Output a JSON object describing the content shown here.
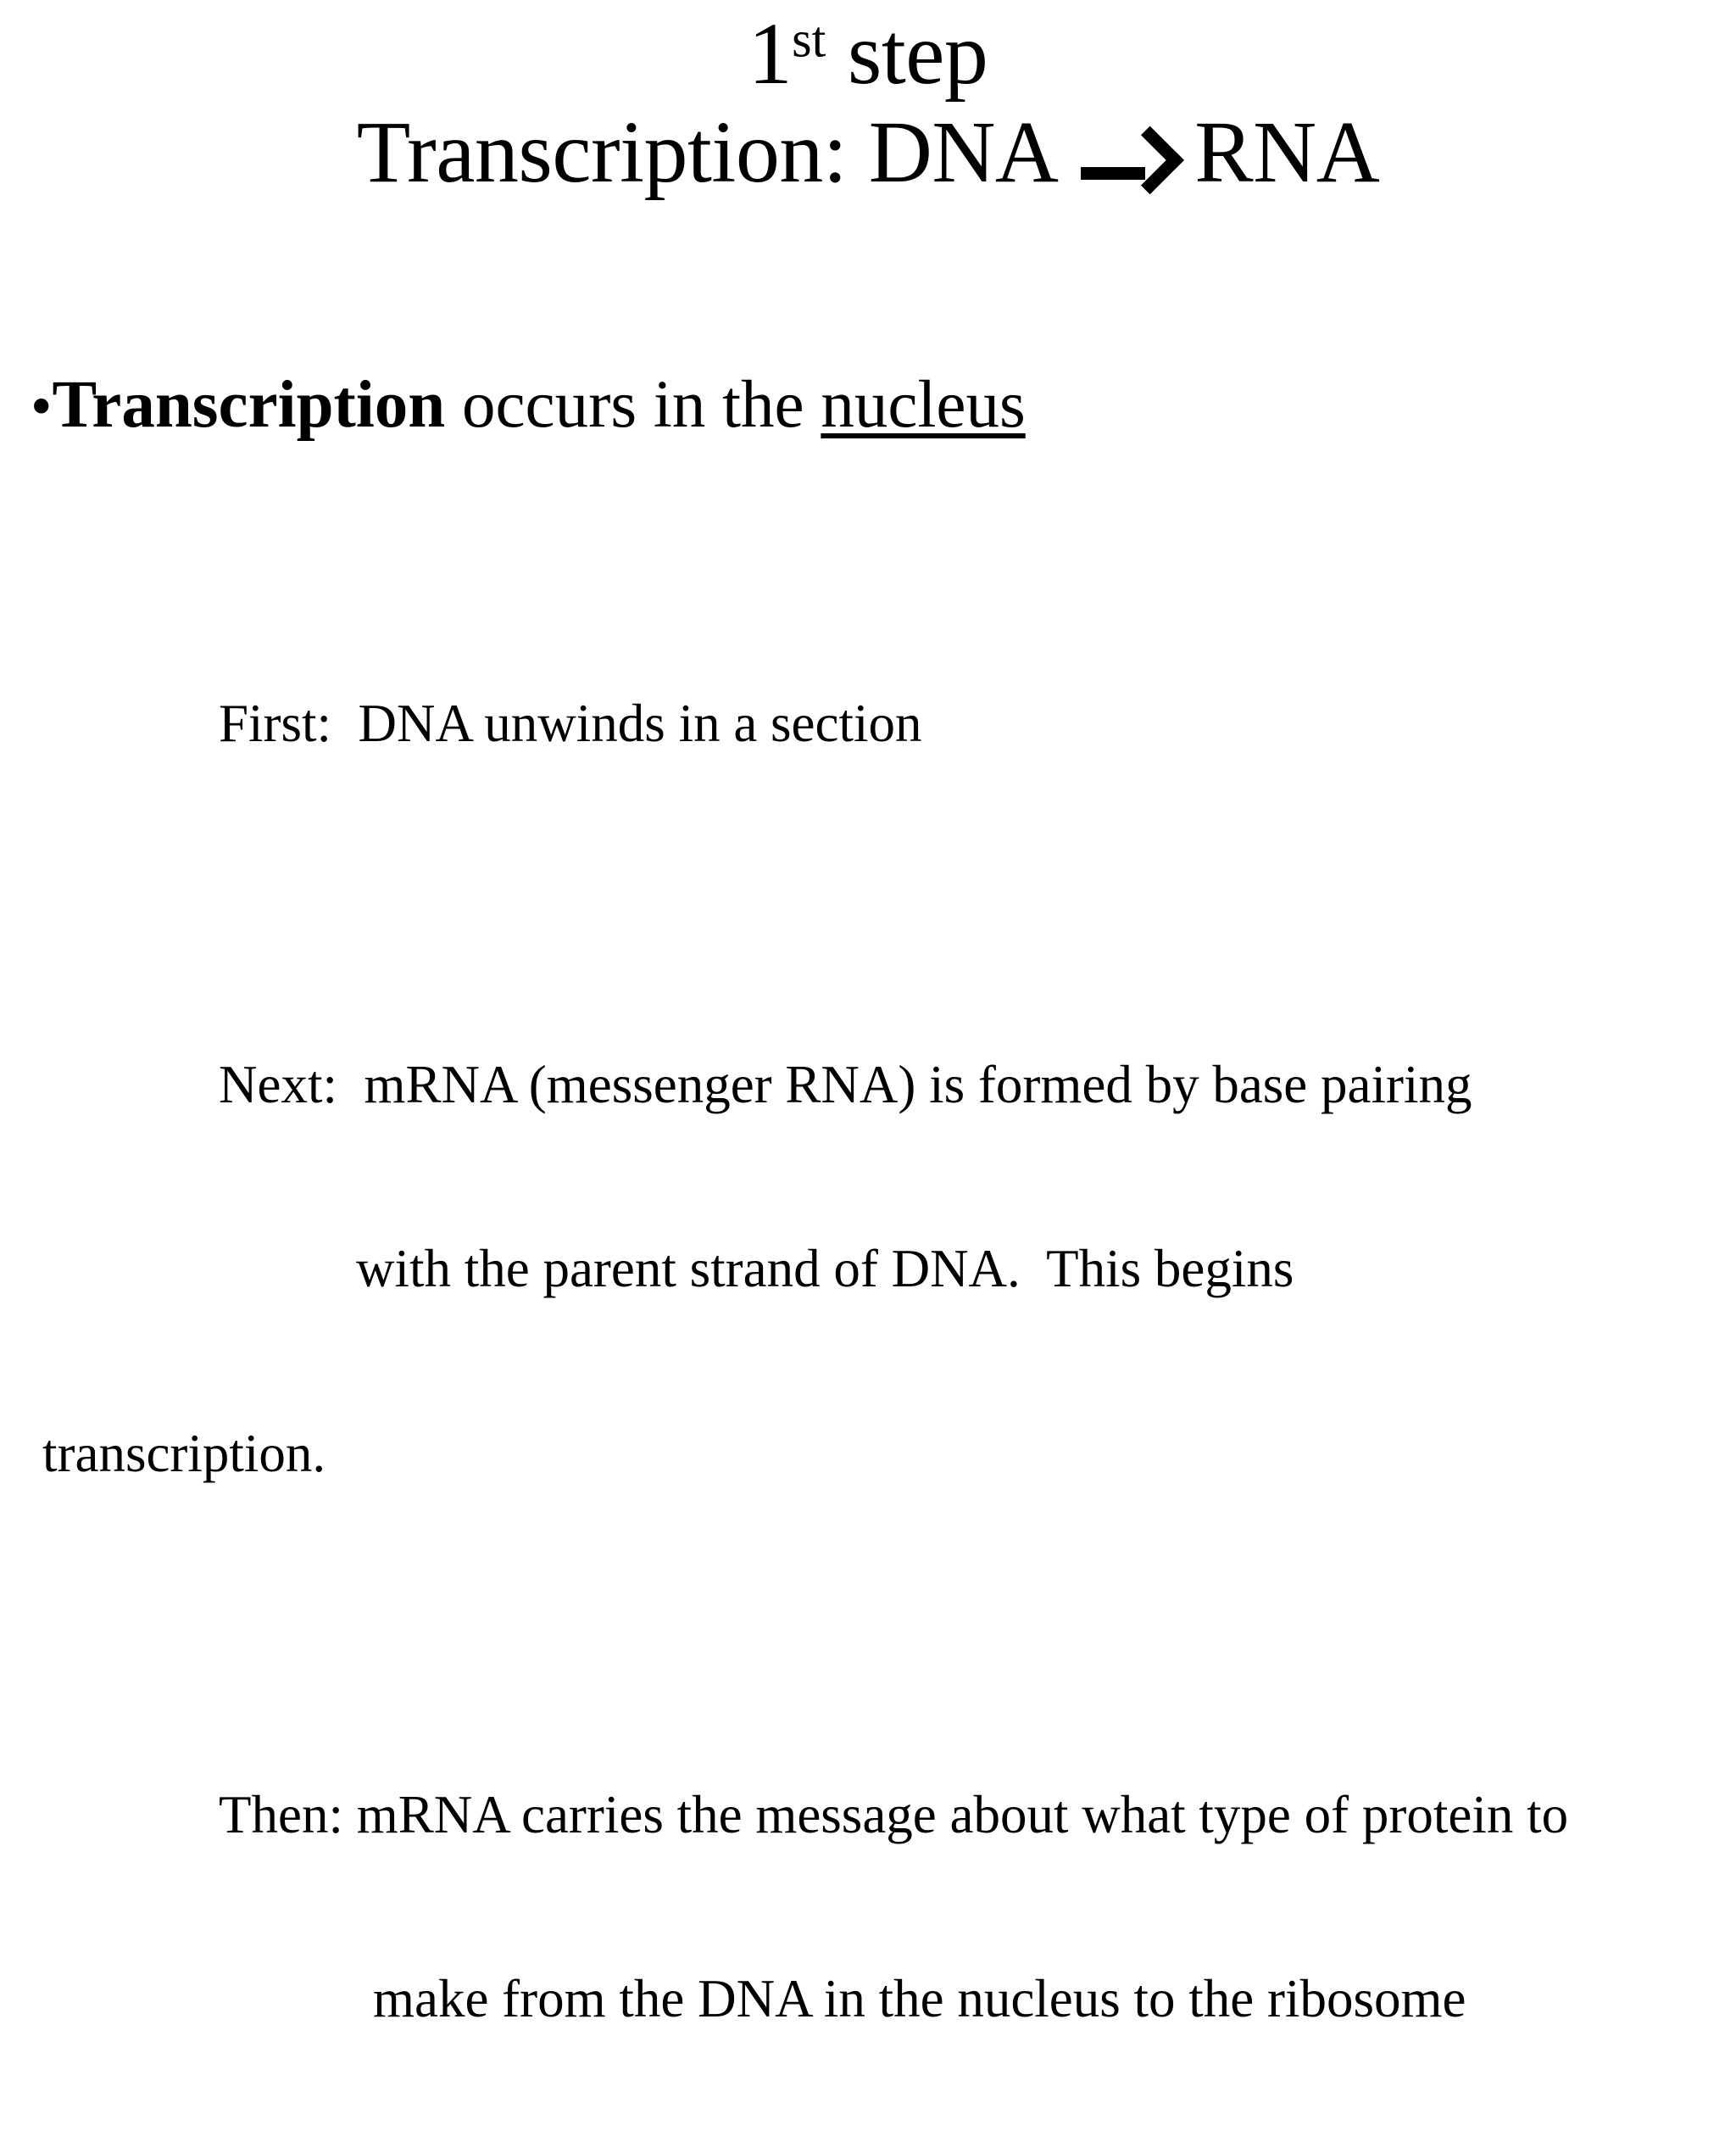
{
  "slide": {
    "background_color": "#ffffff",
    "text_color": "#000000",
    "title": {
      "line1_prefix": "1",
      "line1_superscript": "st",
      "line1_suffix": " step",
      "line2_before_arrow": "Transcription: DNA ",
      "arrow_icon": "right-arrow-icon",
      "line2_after_arrow": " RNA",
      "line2_plain": "Transcription: DNA → RNA",
      "full_text": "1st step\nTranscription: DNA → RNA"
    },
    "bullet": {
      "marker": "•",
      "bold_text": "Transcription",
      "middle_text": " occurs in the ",
      "underlined_text": "nucleus",
      "full_text": "•Transcription occurs in the nucleus"
    },
    "body": {
      "paragraphs": [
        {
          "id": "first",
          "lines": [
            "First:  DNA unwinds in a section"
          ]
        },
        {
          "id": "next",
          "lines": [
            "Next:  mRNA (messenger RNA) is formed by base pairing",
            "with the parent strand of DNA.  This begins",
            "transcription."
          ]
        },
        {
          "id": "then",
          "lines": [
            "Then: mRNA carries the message about what type of protein to",
            "make from the DNA in the nucleus to the ribosome"
          ]
        }
      ],
      "first_line_1": "First:  DNA unwinds in a section",
      "next_line_1": "Next:  mRNA (messenger RNA) is formed by base pairing",
      "next_line_2": "with the parent strand of DNA.  This begins",
      "next_line_3": "transcription.",
      "then_line_1": "Then: mRNA carries the message about what type of protein to",
      "then_line_2": "make from the DNA in the nucleus to the ribosome"
    }
  }
}
